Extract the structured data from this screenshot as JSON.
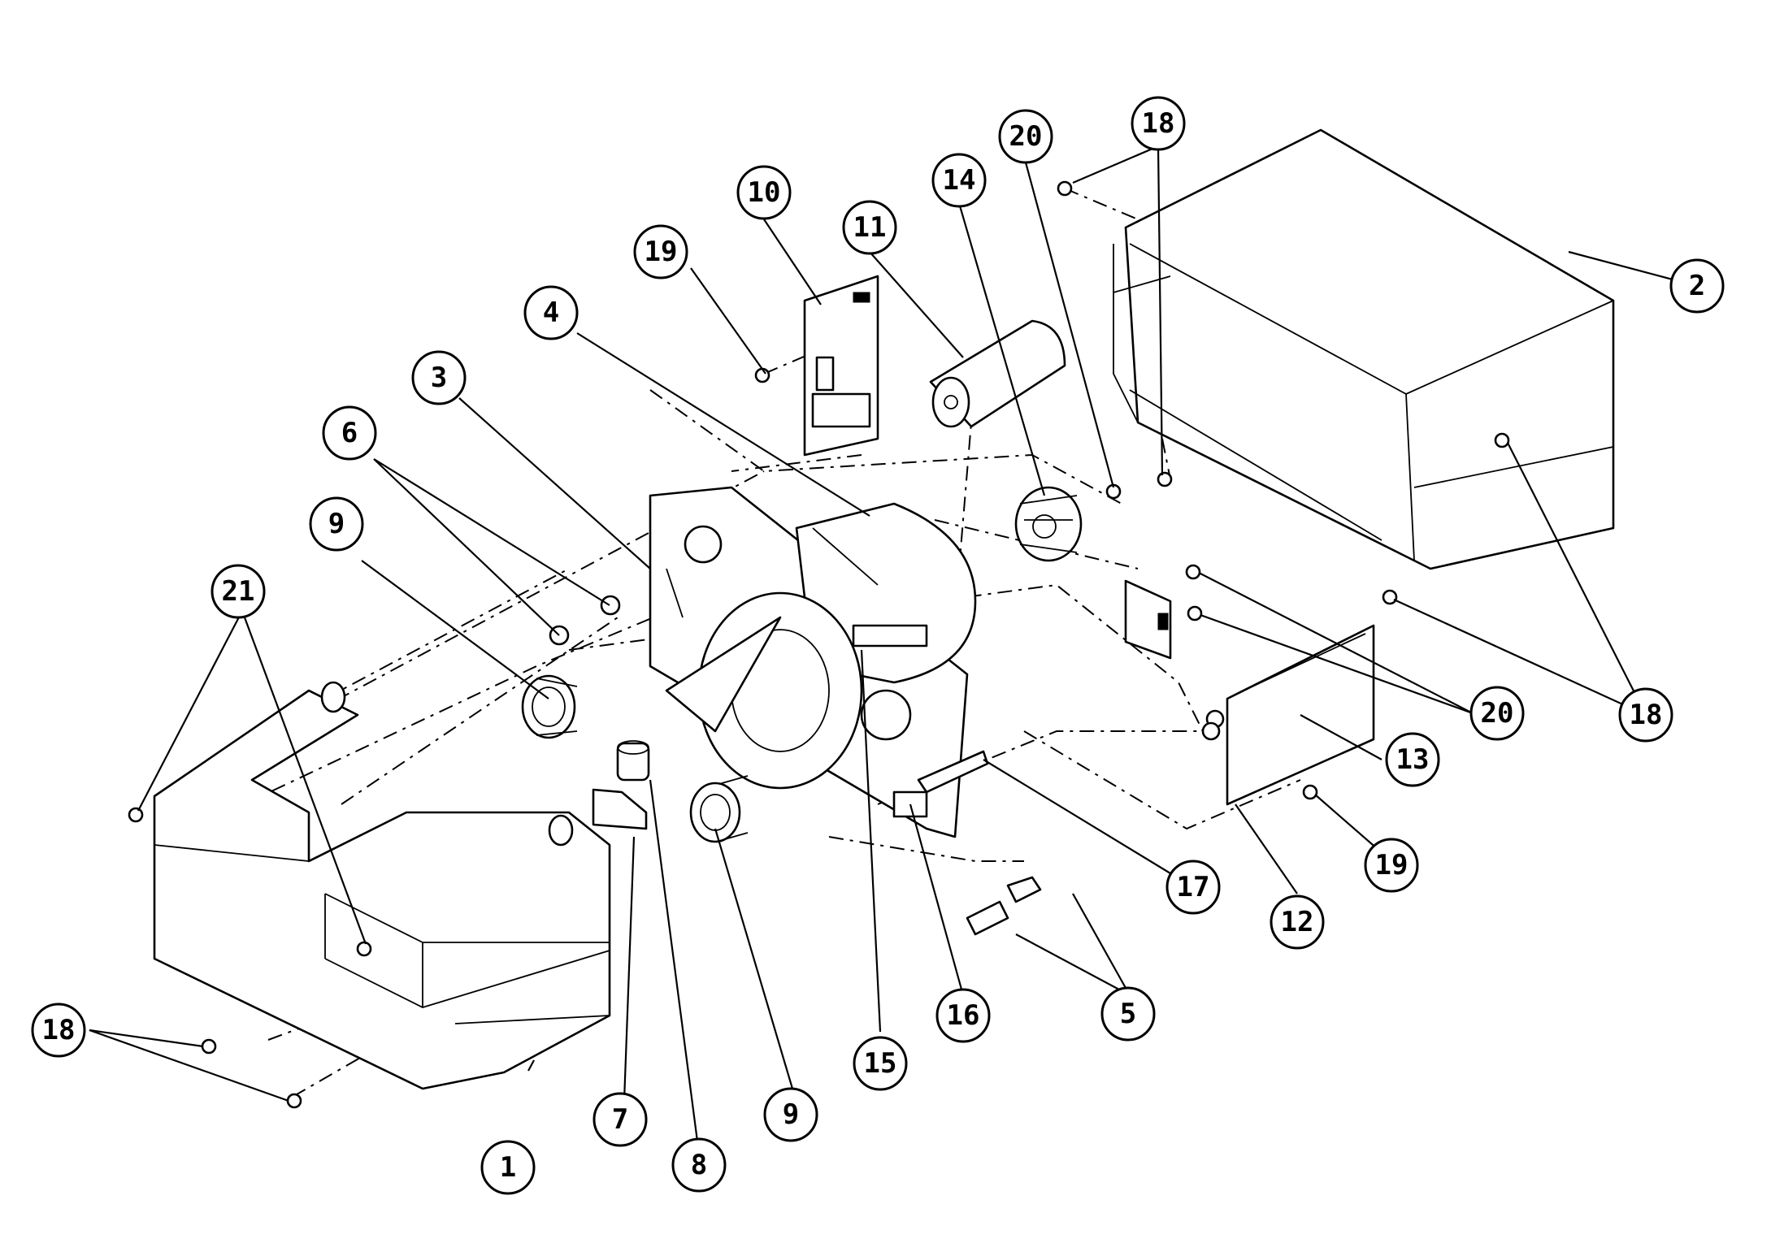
{
  "callouts": [
    {
      "id": "c1",
      "number": "1"
    },
    {
      "id": "c2",
      "number": "2"
    },
    {
      "id": "c3",
      "number": "3"
    },
    {
      "id": "c4",
      "number": "4"
    },
    {
      "id": "c5",
      "number": "5"
    },
    {
      "id": "c6",
      "number": "6"
    },
    {
      "id": "c7",
      "number": "7"
    },
    {
      "id": "c8",
      "number": "8"
    },
    {
      "id": "c9a",
      "number": "9"
    },
    {
      "id": "c9b",
      "number": "9"
    },
    {
      "id": "c10",
      "number": "10"
    },
    {
      "id": "c11",
      "number": "11"
    },
    {
      "id": "c12",
      "number": "12"
    },
    {
      "id": "c13",
      "number": "13"
    },
    {
      "id": "c14",
      "number": "14"
    },
    {
      "id": "c15",
      "number": "15"
    },
    {
      "id": "c16",
      "number": "16"
    },
    {
      "id": "c17",
      "number": "17"
    },
    {
      "id": "c18a",
      "number": "18"
    },
    {
      "id": "c18b",
      "number": "18"
    },
    {
      "id": "c18c",
      "number": "18"
    },
    {
      "id": "c19a",
      "number": "19"
    },
    {
      "id": "c19b",
      "number": "19"
    },
    {
      "id": "c20a",
      "number": "20"
    },
    {
      "id": "c20b",
      "number": "20"
    },
    {
      "id": "c21",
      "number": "21"
    }
  ]
}
